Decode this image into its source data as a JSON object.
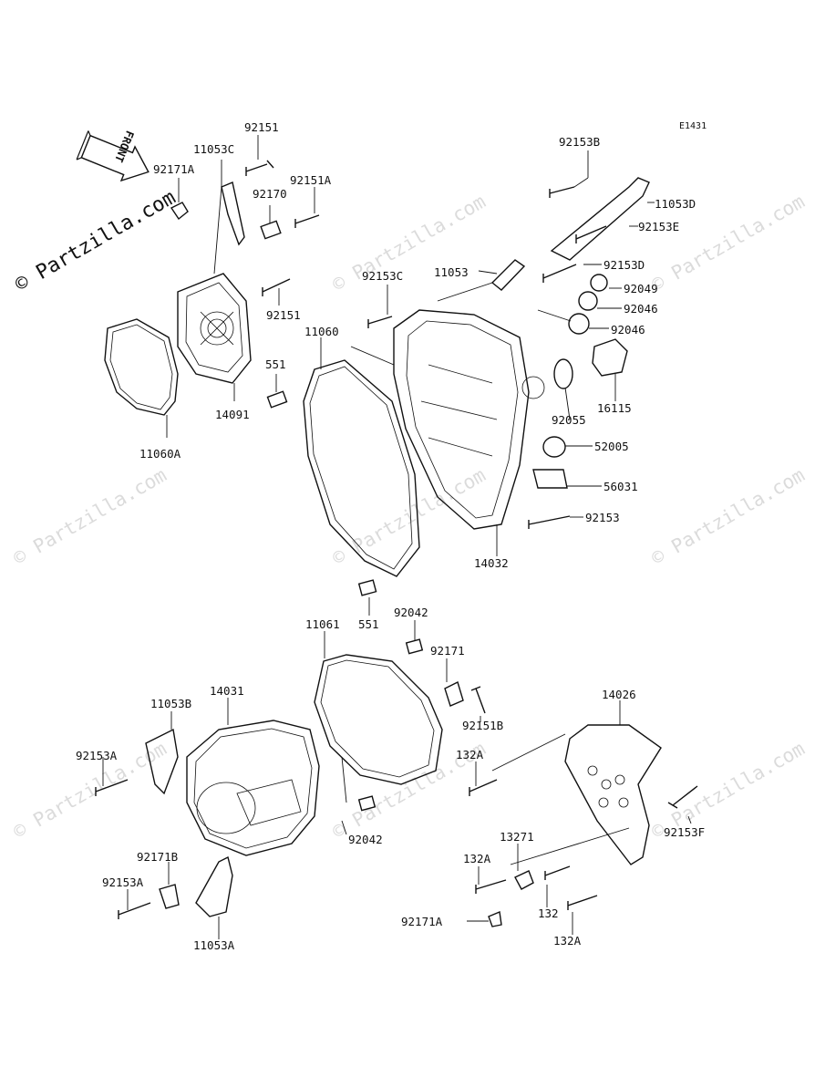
{
  "diagram_code": "E1431",
  "front_label": "FRONT",
  "watermark_main": "© Partzilla.com",
  "watermark_tile": "© Partzilla.com",
  "labels": {
    "p92151_top": "92151",
    "p11053C": "11053C",
    "p92171A_top": "92171A",
    "p92170": "92170",
    "p92151A": "92151A",
    "p92151_mid": "92151",
    "p14091": "14091",
    "p11060A": "11060A",
    "p551_top": "551",
    "p11060": "11060",
    "p92153C": "92153C",
    "p11053": "11053",
    "p92153B": "92153B",
    "p11053D": "11053D",
    "p92153E": "92153E",
    "p92153D": "92153D",
    "p92049": "92049",
    "p92046_a": "92046",
    "p92046_b": "92046",
    "p16115": "16115",
    "p92055": "92055",
    "p52005": "52005",
    "p56031": "56031",
    "p92153": "92153",
    "p14032": "14032",
    "p551_bottom": "551",
    "p92042_top": "92042",
    "p11061": "11061",
    "p92171": "92171",
    "p92151B": "92151B",
    "p14031": "14031",
    "p11053B": "11053B",
    "p92153A_left": "92153A",
    "p92042_bottom": "92042",
    "p92171B": "92171B",
    "p92153A_bottom": "92153A",
    "p11053A": "11053A",
    "p14026": "14026",
    "p132A_top": "132A",
    "p92153F": "92153F",
    "p13271": "13271",
    "p132A_mid": "132A",
    "p132": "132",
    "p92171A_bottom": "92171A",
    "p132A_bottom": "132A"
  }
}
